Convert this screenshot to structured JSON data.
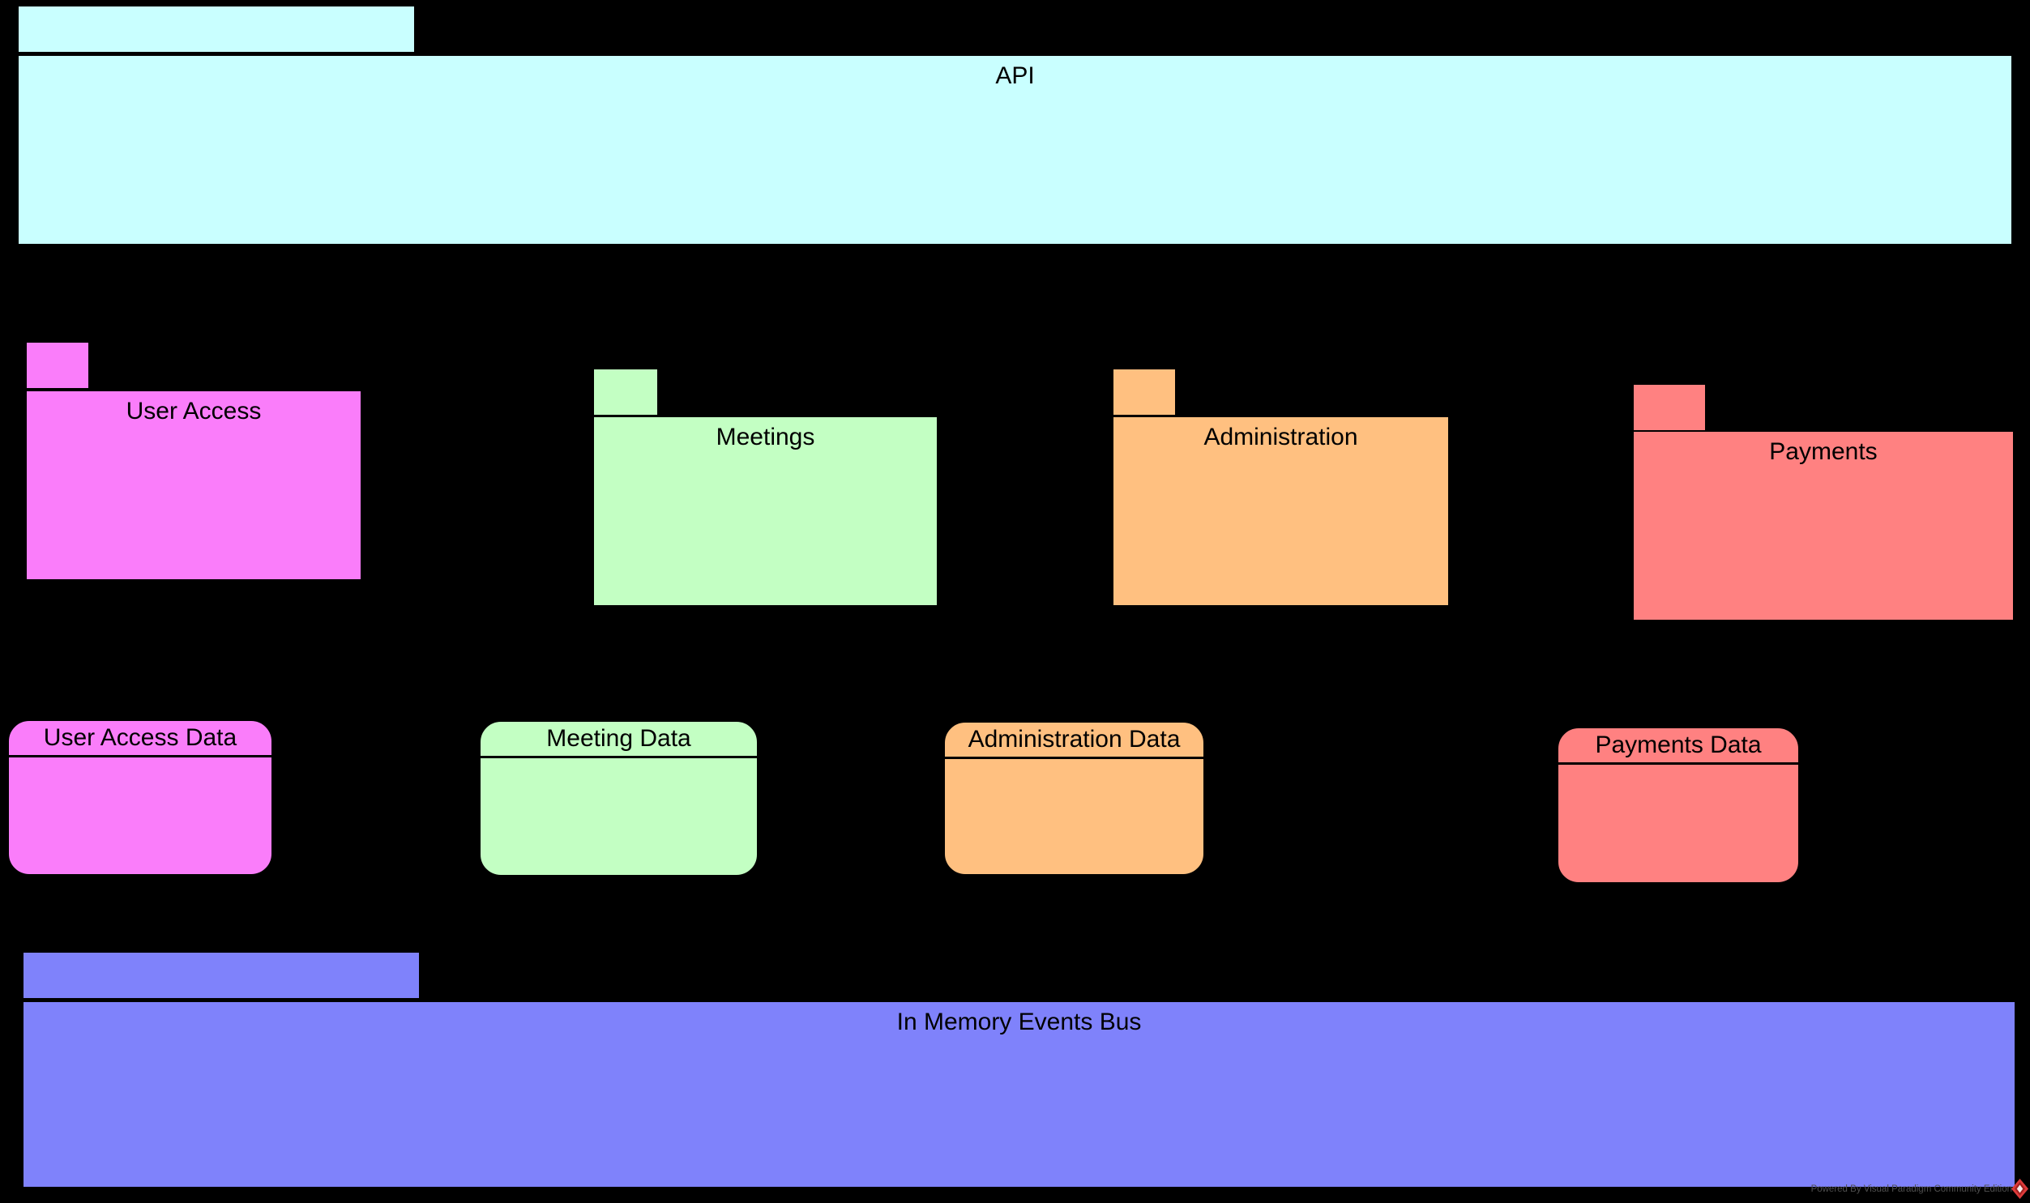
{
  "canvas": {
    "background": "#000000"
  },
  "packages": [
    {
      "name": "api",
      "label": "API",
      "color": "#C9FFFF"
    },
    {
      "name": "user-access",
      "label": "User Access",
      "color": "#FA7DFA"
    },
    {
      "name": "meetings",
      "label": "Meetings",
      "color": "#C3FFC3"
    },
    {
      "name": "administration",
      "label": "Administration",
      "color": "#FFC080"
    },
    {
      "name": "payments",
      "label": "Payments",
      "color": "#FF8181"
    },
    {
      "name": "in-memory-events-bus",
      "label": "In Memory Events Bus",
      "color": "#7F82FB"
    }
  ],
  "datastores": [
    {
      "name": "user-access-data",
      "label": "User Access Data",
      "color": "#FA7DFA"
    },
    {
      "name": "meeting-data",
      "label": "Meeting Data",
      "color": "#C3FFC3"
    },
    {
      "name": "administration-data",
      "label": "Administration Data",
      "color": "#FFC080"
    },
    {
      "name": "payments-data",
      "label": "Payments Data",
      "color": "#FF8181"
    }
  ],
  "watermark": {
    "text": "Powered By Visual Paradigm Community Edition",
    "logo": "visual-paradigm-diamond",
    "logo_color": "#DD3B3B"
  }
}
